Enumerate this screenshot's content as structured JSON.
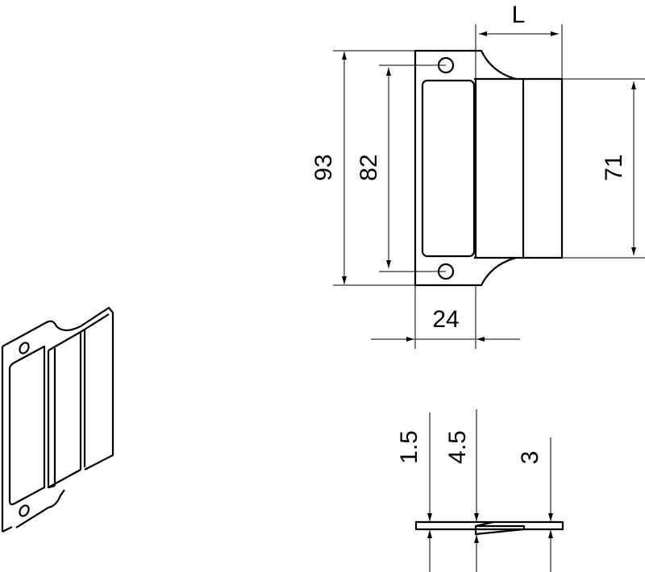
{
  "drawing": {
    "colors": {
      "line": "#000000",
      "background": "#ffffff"
    },
    "front_view": {
      "dimensions": {
        "overall_height": "93",
        "hole_spacing": "82",
        "tongue_height": "71",
        "plate_width": "24",
        "tongue_length": "L"
      }
    },
    "side_view": {
      "dimensions": {
        "plate_thickness": "1.5",
        "total_thickness": "4.5",
        "tongue_thickness": "3"
      }
    }
  }
}
